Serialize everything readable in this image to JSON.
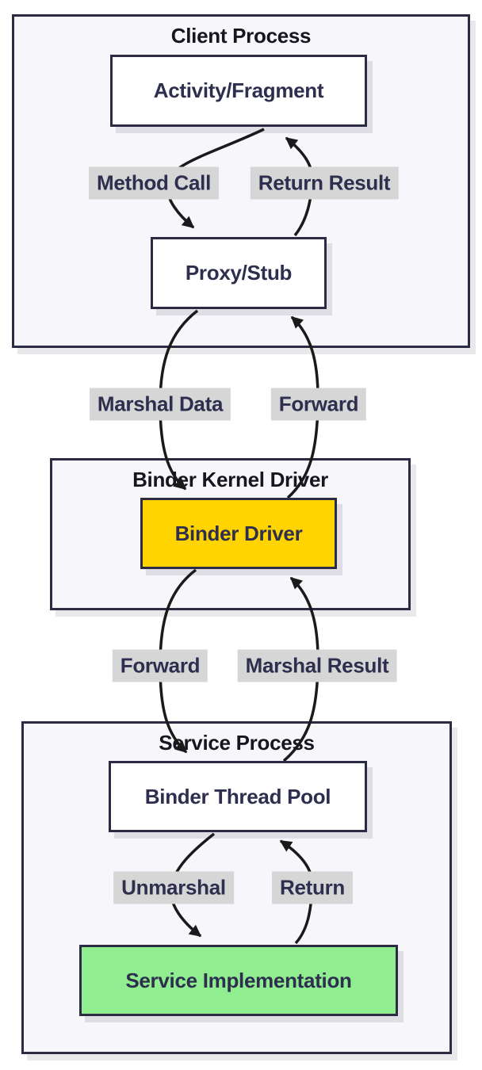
{
  "diagram": {
    "type": "flowchart",
    "direction": "top-down",
    "containers": {
      "client": {
        "title": "Client Process"
      },
      "kernel": {
        "title": "Binder Kernel Driver"
      },
      "service": {
        "title": "Service Process"
      }
    },
    "nodes": {
      "activity": {
        "label": "Activity/Fragment",
        "fill": "#ffffff"
      },
      "proxy": {
        "label": "Proxy/Stub",
        "fill": "#ffffff"
      },
      "driver": {
        "label": "Binder Driver",
        "fill": "#ffd400"
      },
      "threadpool": {
        "label": "Binder Thread Pool",
        "fill": "#ffffff"
      },
      "service_impl": {
        "label": "Service Implementation",
        "fill": "#90ee90"
      }
    },
    "edges": [
      {
        "from": "activity",
        "to": "proxy",
        "label": "Method Call"
      },
      {
        "from": "proxy",
        "to": "activity",
        "label": "Return Result"
      },
      {
        "from": "proxy",
        "to": "driver",
        "label": "Marshal Data"
      },
      {
        "from": "driver",
        "to": "proxy",
        "label": "Forward"
      },
      {
        "from": "driver",
        "to": "threadpool",
        "label": "Forward"
      },
      {
        "from": "threadpool",
        "to": "driver",
        "label": "Marshal Result"
      },
      {
        "from": "threadpool",
        "to": "service_impl",
        "label": "Unmarshal"
      },
      {
        "from": "service_impl",
        "to": "threadpool",
        "label": "Return"
      }
    ],
    "colors": {
      "container_fill": "#f7f7fb",
      "container_border": "#2b2b43",
      "node_border": "#2b2b43",
      "node_fill_default": "#ffffff",
      "node_fill_driver": "#ffd400",
      "node_fill_service_impl": "#90ee90",
      "node_text": "#2e2e4e",
      "container_title_text": "#16161f",
      "edge_label_bg": "#d6d6d6",
      "edge_label_text": "#2e2e4e",
      "arrow": "#1a1a1a",
      "page_bg": "#ffffff"
    }
  }
}
